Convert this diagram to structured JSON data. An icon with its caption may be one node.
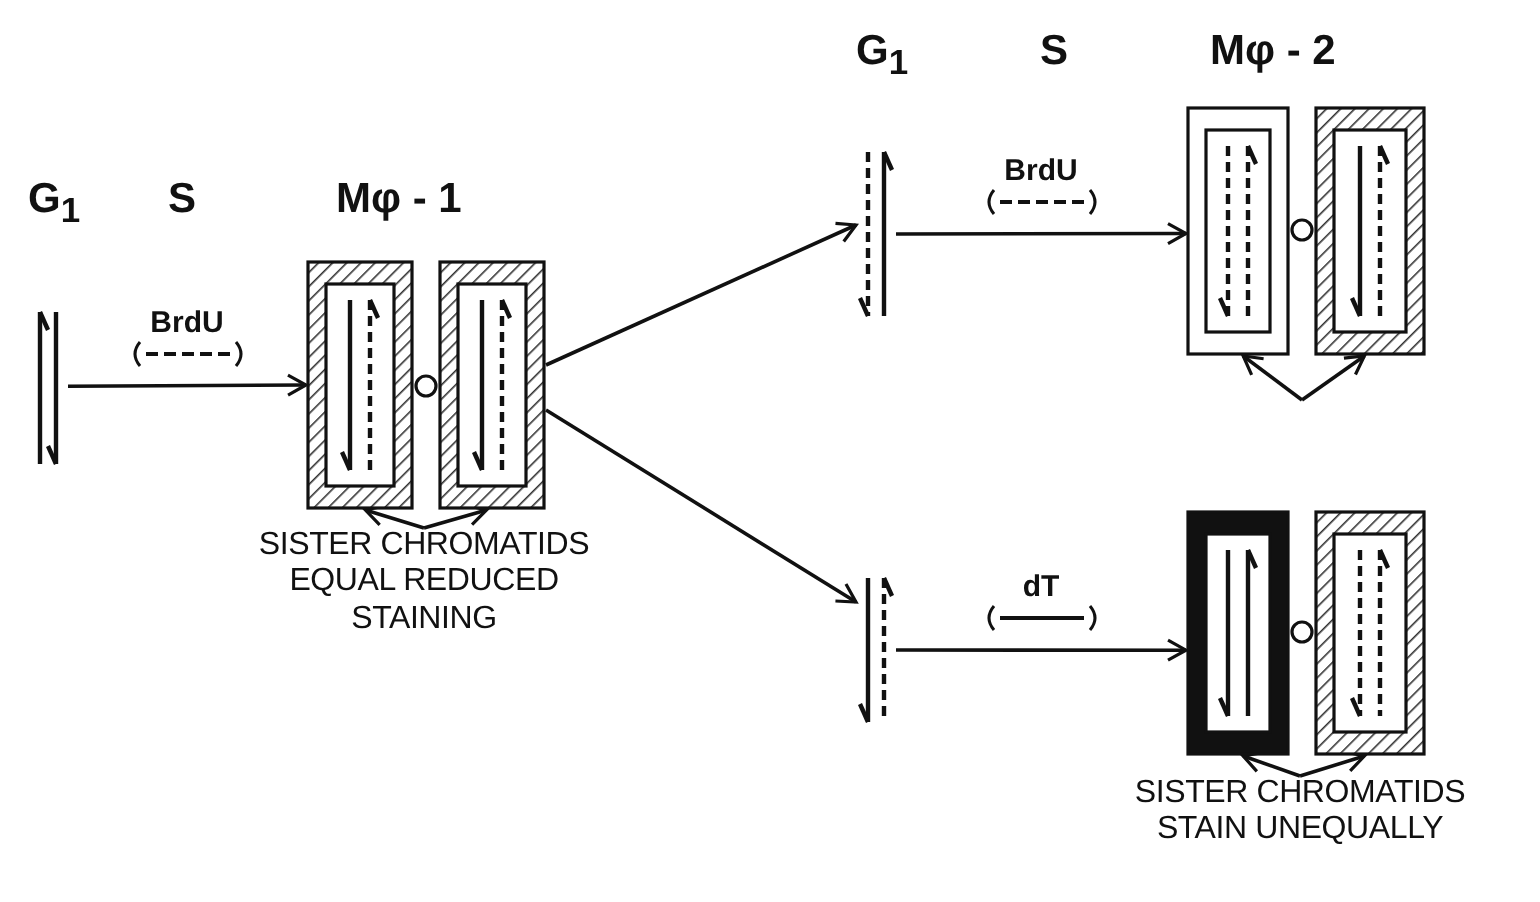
{
  "diagram": {
    "nodes": [
      {
        "text": [],
        "shape": "picture"
      },
      {
        "text": [],
        "shape": "box"
      },
      {
        "text": [],
        "shape": "box"
      },
      {
        "text": [
          "SISTER CHROMATIDS EQUAL REDUCED STAINING"
        ]
      },
      {
        "text": [],
        "shape": "picture"
      },
      {
        "text": [],
        "shape": "box"
      },
      {
        "text": [],
        "shape": "box"
      },
      {
        "text": [],
        "shape": "picture"
      },
      {
        "text": [],
        "shape": "box"
      },
      {
        "text": [],
        "shape": "box"
      },
      {
        "text": [
          "SISTER CHROMATIDS STAIN UNEQUALLY"
        ]
      }
    ],
    "edges": [
      {
        "from": 0,
        "to": 1,
        "arrow": "to",
        "label": "BrdU"
      },
      {
        "from": 2,
        "to": 4,
        "arrow": "to"
      },
      {
        "from": 2,
        "to": 7,
        "arrow": "to"
      },
      {
        "from": 4,
        "to": 5,
        "arrow": "to",
        "label": "BrdU"
      },
      {
        "from": 7,
        "to": 8,
        "arrow": "to",
        "label": "dT"
      },
      {
        "from": 3,
        "to": 1,
        "arrow": "to"
      },
      {
        "from": 3,
        "to": 2,
        "arrow": "to"
      },
      {
        "from": null,
        "to": 5,
        "arrow": "to"
      },
      {
        "from": null,
        "to": 6,
        "arrow": "to"
      },
      {
        "from": 10,
        "to": 8,
        "arrow": "to"
      },
      {
        "from": 10,
        "to": 9,
        "arrow": "to"
      }
    ],
    "labels": [
      "G$_{1}$",
      "S",
      "Mφ - 1",
      "G$_{1}$",
      "S",
      "Mφ - 2"
    ]
  }
}
